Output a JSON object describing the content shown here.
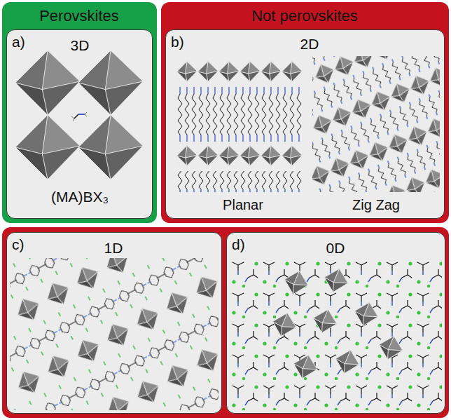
{
  "diagram": {
    "nodes": [
      {
        "text": [
          "Perovskites"
        ]
      },
      {
        "text": [
          "a)",
          "3D",
          "(MA)BX₃"
        ],
        "in": 0
      },
      {
        "text": [
          "Not perovskites"
        ]
      },
      {
        "text": [
          "b)",
          "2D",
          "Planar",
          "Zig Zag"
        ],
        "in": 2
      },
      {
        "text": [
          "c)",
          "1D"
        ]
      },
      {
        "text": [
          "d)",
          "0D"
        ]
      }
    ]
  }
}
